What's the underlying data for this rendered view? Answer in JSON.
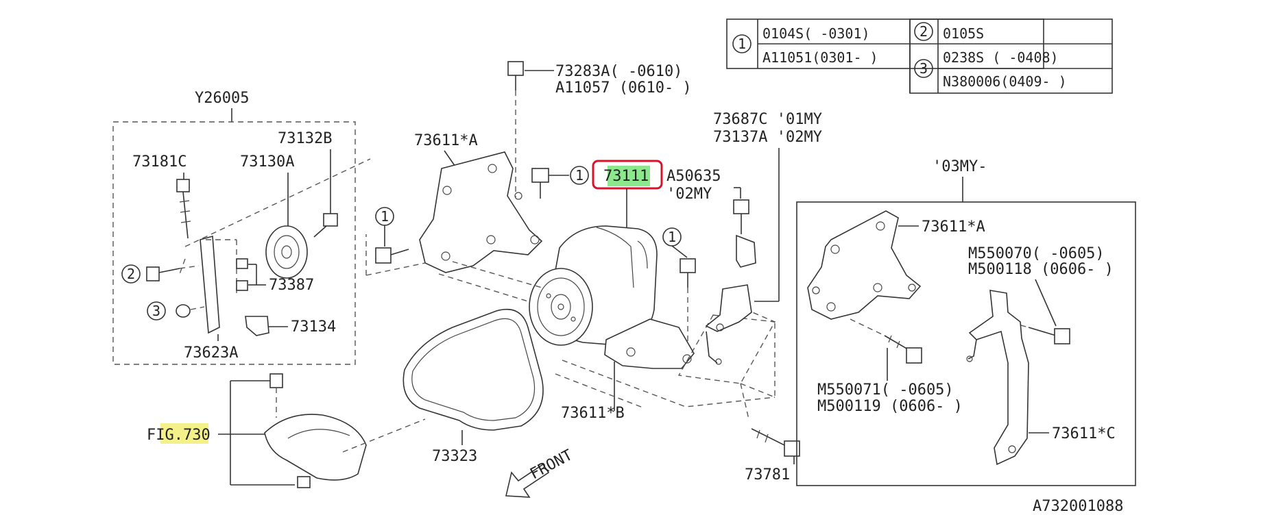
{
  "labels": {
    "y26005": "Y26005",
    "p73181c": "73181C",
    "p73130a": "73130A",
    "p73132b": "73132B",
    "p73387": "73387",
    "p73134": "73134",
    "p73623a": "73623A",
    "p73283a": "73283A( -0610)",
    "pa11057": "A11057 (0610- )",
    "p73611a": "73611*A",
    "p73111": "73111",
    "pa50635": "A50635",
    "my02": "'02MY",
    "p73687c": "73687C '01MY",
    "p73137a": "73137A '02MY",
    "my03": "'03MY-",
    "p73611a_r": "73611*A",
    "pm550070": "M550070( -0605)",
    "pm500118": "M500118 (0606- )",
    "pm550071": "M550071( -0605)",
    "pm500119": "M500119 (0606- )",
    "p73611c": "73611*C",
    "p73611b": "73611*B",
    "p73323": "73323",
    "p73781": "73781",
    "fig730": "FIG.730",
    "front": "FRONT",
    "diagram_id": "A732001088"
  },
  "callouts": {
    "c1": "1",
    "c2": "2",
    "c3": "3"
  },
  "table": {
    "r1_code": "1",
    "r1_a": "0104S( -0301)",
    "r1_b": "A11051(0301- )",
    "r2_code": "2",
    "r2_a": "0105S",
    "r3_code": "3",
    "r3_a": "0238S ( -0408)",
    "r3_b": "N380006(0409- )"
  },
  "colors": {
    "highlight_yellow": "#f5f18a",
    "highlight_green": "#8ce88c",
    "selection_red": "#d6132c"
  }
}
